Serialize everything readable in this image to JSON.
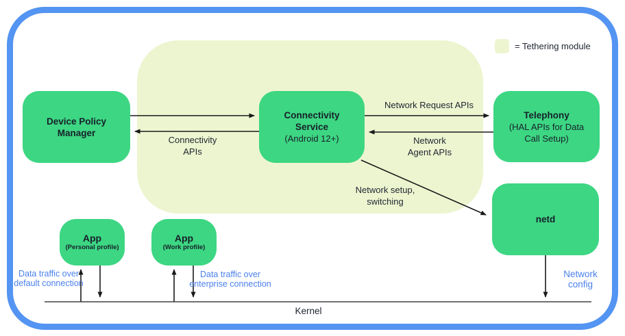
{
  "legend": {
    "label": "= Tethering module",
    "swatch_color": "#edf5d0"
  },
  "boxes": {
    "device_policy_manager": {
      "title": "Device Policy\nManager"
    },
    "connectivity_service": {
      "title": "Connectivity\nService",
      "subtitle": "(Android 12+)"
    },
    "telephony": {
      "title": "Telephony",
      "subtitle": "(HAL APIs for Data\nCall Setup)"
    },
    "netd": {
      "title": "netd"
    },
    "app_personal": {
      "title": "App",
      "subtitle": "(Personal profile)"
    },
    "app_work": {
      "title": "App",
      "subtitle": "(Work profile)"
    }
  },
  "arrow_labels": {
    "connectivity_apis": "Connectivity\nAPIs",
    "network_request_apis": "Network Request APIs",
    "network_agent_apis": "Network\nAgent APIs",
    "network_setup_switching": "Network setup,\nswitching"
  },
  "annotations": {
    "data_traffic_default": "Data traffic over\ndefault connection",
    "data_traffic_enterprise": "Data traffic over\nenterprise connection",
    "network_config": "Network\nconfig",
    "kernel": "Kernel"
  },
  "colors": {
    "module_box_green": "#3dd683",
    "tethering_region_bg": "#edf5d0",
    "outer_border_blue": "#5494f2",
    "annotation_blue": "#4a80ec",
    "arrow_black": "#1a1a1a"
  }
}
